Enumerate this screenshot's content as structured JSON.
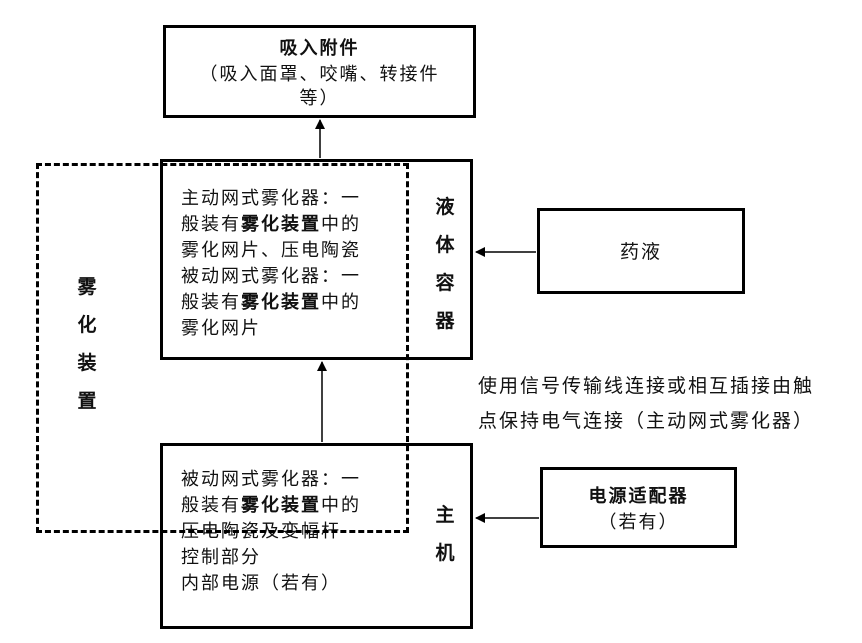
{
  "diagram": {
    "inhalation_attachment": {
      "title": "吸入附件",
      "subtitle_line1": "（吸入面罩、咬嘴、转接件",
      "subtitle_line2": "等）"
    },
    "liquid_container": {
      "label": "液体容器",
      "lines": [
        {
          "pre": "主动网式雾化器：一",
          "bold": "",
          "post": ""
        },
        {
          "pre": "般装有",
          "bold": "雾化装置",
          "post": "中的"
        },
        {
          "pre": "雾化网片、压电陶瓷",
          "bold": "",
          "post": ""
        },
        {
          "pre": "被动网式雾化器：一",
          "bold": "",
          "post": ""
        },
        {
          "pre": "般装有",
          "bold": "雾化装置",
          "post": "中的"
        },
        {
          "pre": "雾化网片",
          "bold": "",
          "post": ""
        }
      ]
    },
    "host": {
      "label": "主机",
      "lines": [
        {
          "pre": "被动网式雾化器：一",
          "bold": "",
          "post": ""
        },
        {
          "pre": "般装有",
          "bold": "雾化装置",
          "post": "中的"
        },
        {
          "pre": "压电陶瓷及变幅杆",
          "bold": "",
          "post": ""
        },
        {
          "pre": "控制部分",
          "bold": "",
          "post": ""
        },
        {
          "pre": "内部电源（若有）",
          "bold": "",
          "post": ""
        }
      ]
    },
    "atomizing_device": {
      "label": "雾化装置"
    },
    "medicine": {
      "label": "药液"
    },
    "power_adapter": {
      "title": "电源适配器",
      "subtitle": "（若有）"
    },
    "connection_note": {
      "line1": "使用信号传输线连接或相互插接由触",
      "line2": "点保持电气连接（主动网式雾化器）"
    }
  }
}
